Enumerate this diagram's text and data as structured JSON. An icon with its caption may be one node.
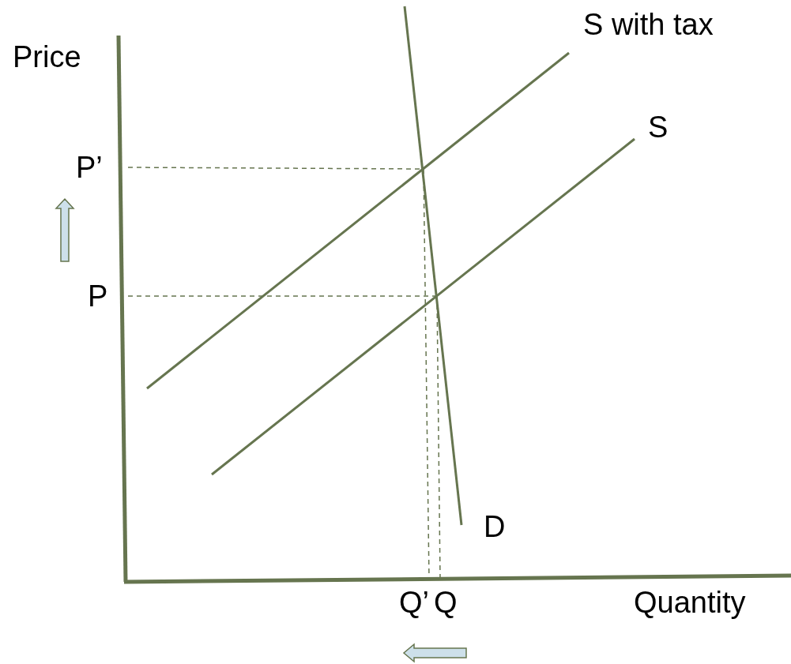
{
  "diagram": {
    "labels": [
      "S with tax",
      "Price",
      "S",
      "P’",
      "P",
      "D",
      "Q’",
      "Q",
      "Quantity"
    ]
  }
}
